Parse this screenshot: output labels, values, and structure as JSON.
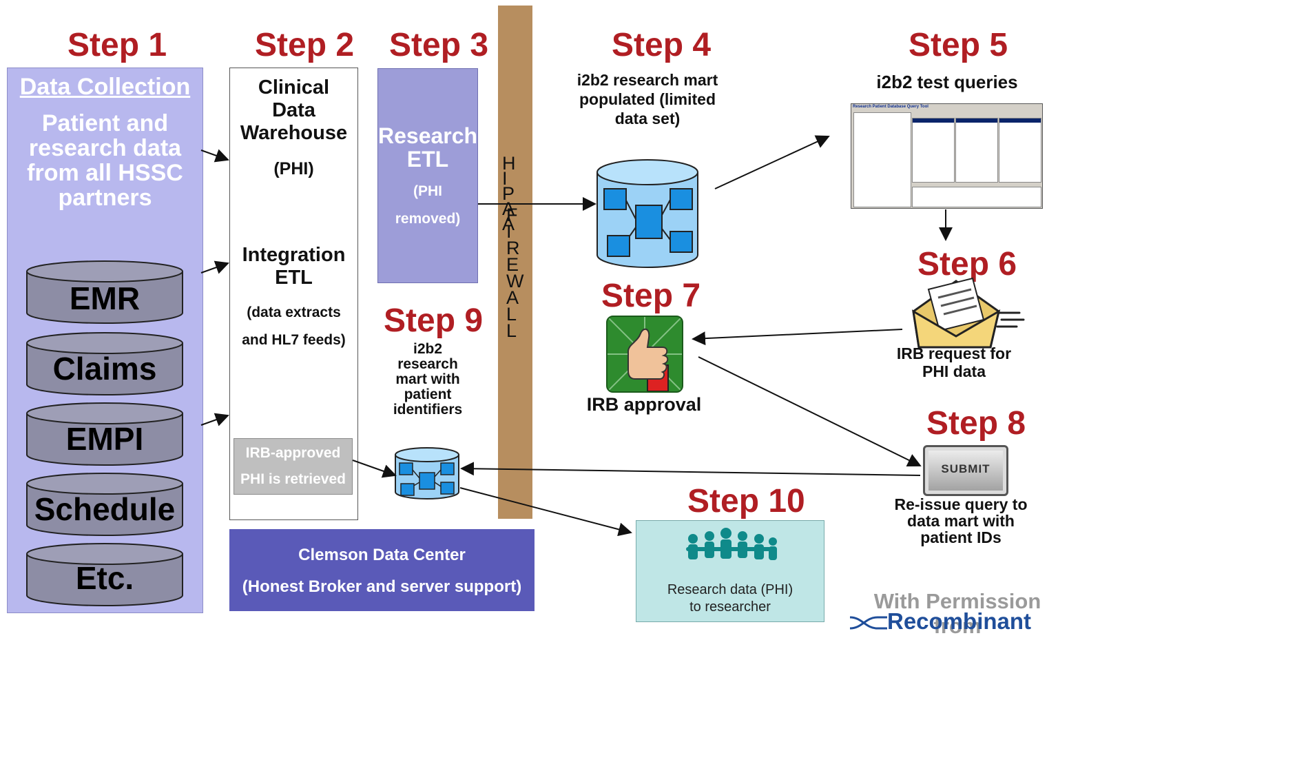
{
  "steps": {
    "s1": "Step 1",
    "s2": "Step 2",
    "s3": "Step 3",
    "s4": "Step 4",
    "s5": "Step 5",
    "s6": "Step 6",
    "s7": "Step 7",
    "s8": "Step 8",
    "s9": "Step 9",
    "s10": "Step 10"
  },
  "step1": {
    "heading": "Data Collection",
    "lines": [
      "Patient and",
      "research data",
      "from all HSSC",
      "partners"
    ],
    "databases": [
      "EMR",
      "Claims",
      "EMPI",
      "Schedule",
      "Etc."
    ]
  },
  "step2": {
    "line1": "Clinical",
    "line2": "Data",
    "line3": "Warehouse",
    "phi": "(PHI)",
    "integration1": "Integration",
    "integration2": "ETL",
    "extracts1": "(data extracts",
    "extracts2": "and HL7 feeds)",
    "retrieved1": "IRB-approved",
    "retrieved2": "PHI is retrieved"
  },
  "step3": {
    "line1": "Research",
    "line2": "ETL",
    "sub1": "(PHI",
    "sub2": "removed)"
  },
  "firewall": {
    "word1": "HIPAA",
    "word2": "FIREWALL"
  },
  "step4": {
    "lines": [
      "i2b2 research mart",
      "populated (limited",
      "data set)"
    ]
  },
  "step5": {
    "caption": "i2b2 test queries",
    "screenshot_title": "Research Patient Database Query Tool"
  },
  "step6": {
    "line1": "IRB request for",
    "line2": "PHI data"
  },
  "step7": {
    "caption": "IRB approval"
  },
  "step8": {
    "button": "SUBMIT",
    "lines": [
      "Re-issue query to",
      "data mart with",
      "patient IDs"
    ]
  },
  "step9": {
    "lines": [
      "i2b2",
      "research",
      "mart with",
      "patient",
      "identifiers"
    ]
  },
  "step10": {
    "line1": "Research data (PHI)",
    "line2": "to researcher"
  },
  "datacenter": {
    "line1": "Clemson Data Center",
    "line2": "(Honest Broker and server support)"
  },
  "credit": {
    "line1": "With Permission from",
    "brand": "Recombinant"
  },
  "colors": {
    "step_red": "#b01e23",
    "lavender": "#b8b8ee",
    "etl_purple": "#9d9dd8",
    "datacenter_blue": "#5a5ab8",
    "firewall_brown": "#b78e5f",
    "teal_box": "#bfe6e6",
    "db_blue": "#9cd2f6",
    "cyl_gray": "#8d8da5"
  }
}
